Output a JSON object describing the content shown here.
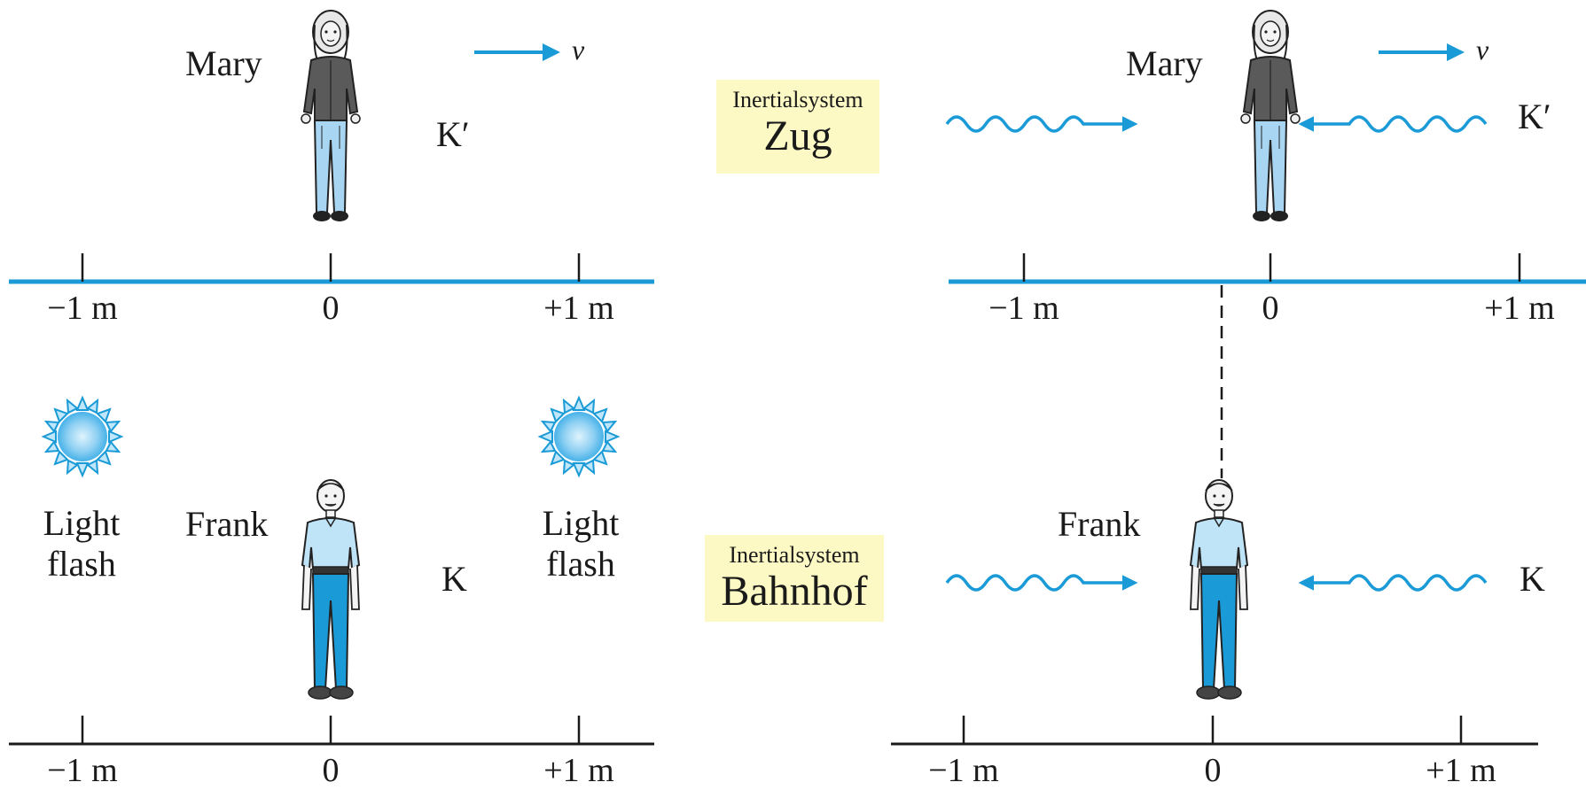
{
  "colors": {
    "axis_blue": "#1a9ad6",
    "axis_black": "#1a1a1a",
    "box_yellow": "#fdf9c4",
    "wave_blue": "#1a9ad6",
    "shirt_light": "#bfe3f7",
    "pants_blue": "#1a9ad6",
    "pants_light": "#a8d6f2",
    "jacket_gray": "#5a5a5a"
  },
  "icons": {
    "observer": "person-figure-icon",
    "velocity": "arrow-right-icon",
    "light_source": "sun-flash-icon",
    "light_wave": "wavy-arrow-icon"
  },
  "labels": {
    "mary": "Mary",
    "frank": "Frank",
    "k_prime": "K′",
    "k": "K",
    "velocity_symbol": "v⃗",
    "light": "Light",
    "flash": "flash"
  },
  "boxes": {
    "train": {
      "small": "Inertialsystem",
      "big": "Zug"
    },
    "station": {
      "small": "Inertialsystem",
      "big": "Bahnhof"
    }
  },
  "ticks": {
    "minus_one": "−1 m",
    "zero": "0",
    "plus_one": "+1 m"
  }
}
